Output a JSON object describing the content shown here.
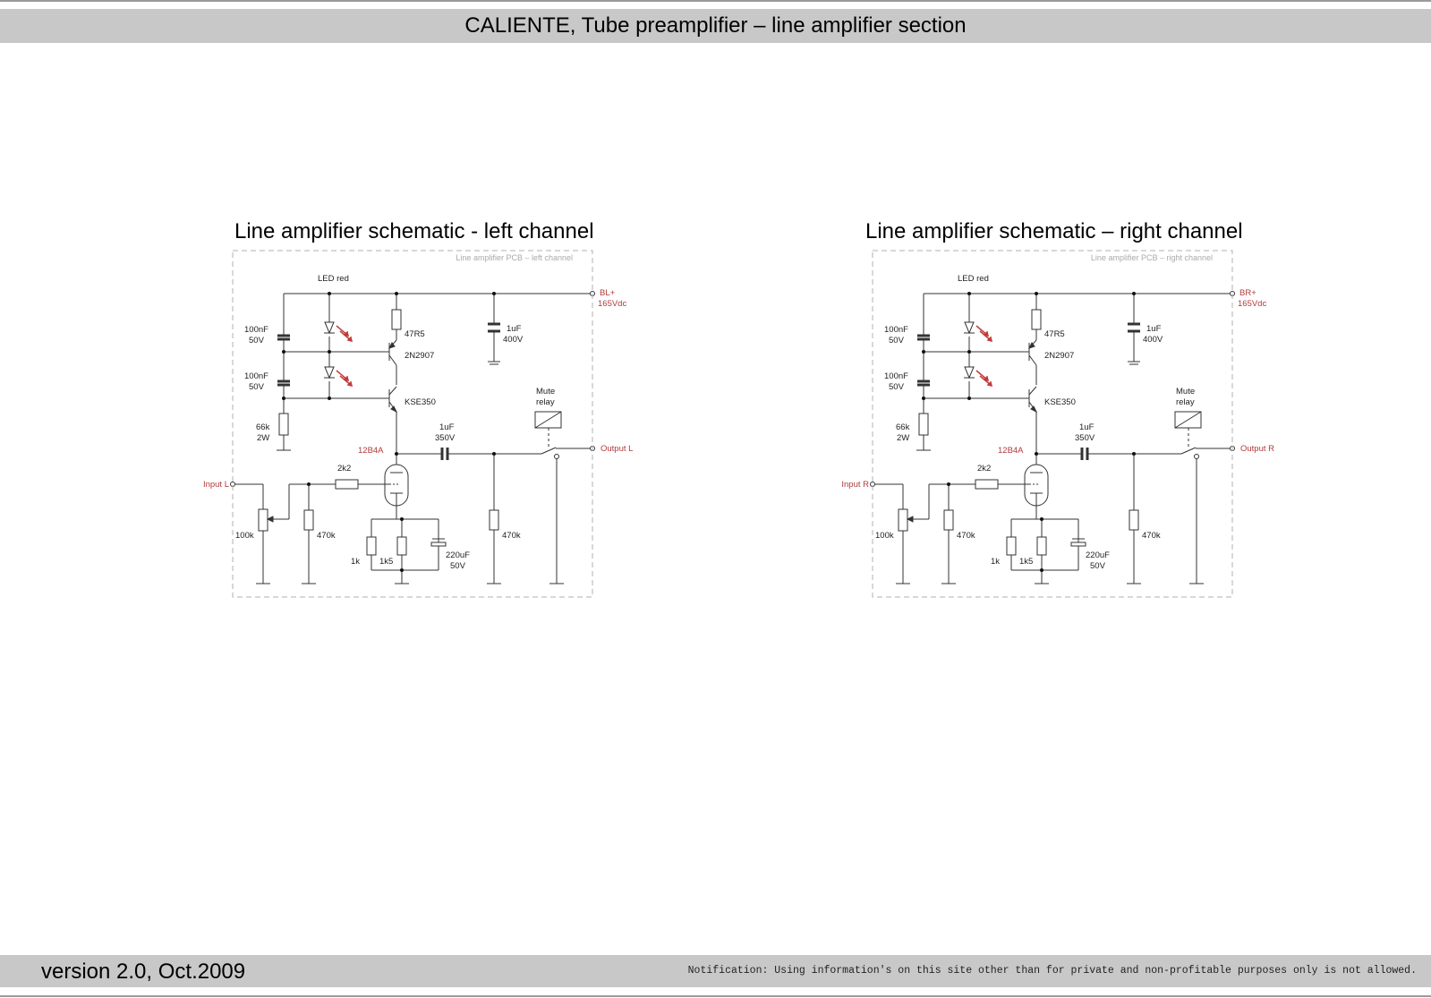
{
  "header": {
    "title": "CALIENTE, Tube preamplifier – line amplifier section"
  },
  "footer": {
    "version": "version 2.0, Oct.2009",
    "notice": "Notification: Using information's on this site other than for private and non-profitable purposes only is not allowed."
  },
  "schematics": {
    "left": {
      "title": "Line amplifier schematic - left channel",
      "pcb": "Line amplifier PCB – left channel",
      "bplus": "BL+",
      "voltage": "165Vdc",
      "input": "Input L",
      "output": "Output L"
    },
    "right": {
      "title": "Line amplifier schematic – right channel",
      "pcb": "Line amplifier PCB – right channel",
      "bplus": "BR+",
      "voltage": "165Vdc",
      "input": "Input R",
      "output": "Output R"
    }
  },
  "components": {
    "led": "LED red",
    "c_top_value": "100nF",
    "c_top_rating": "50V",
    "c_mid_value": "100nF",
    "c_mid_rating": "50V",
    "r_bleed_value": "66k",
    "r_bleed_rating": "2W",
    "r_emitter": "47R5",
    "q1": "2N2907",
    "q2": "KSE350",
    "c_supply_value": "1uF",
    "c_supply_rating": "400V",
    "c_out_value": "1uF",
    "c_out_rating": "350V",
    "relay_1": "Mute",
    "relay_2": "relay",
    "tube": "12B4A",
    "r_grid": "2k2",
    "pot": "100k",
    "r_in": "470k",
    "r_out": "470k",
    "r_k1": "1k",
    "r_k2": "1k5",
    "c_k_value": "220uF",
    "c_k_rating": "50V"
  }
}
